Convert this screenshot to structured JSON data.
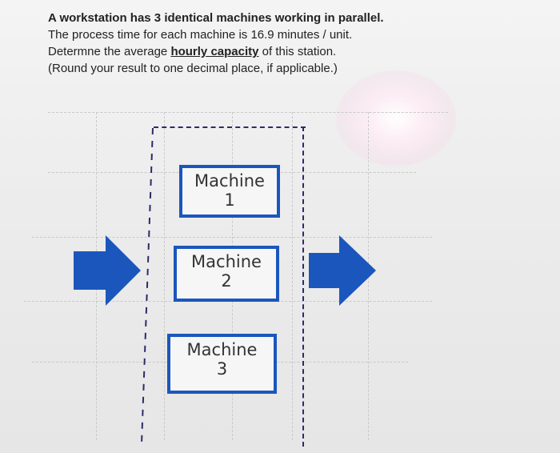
{
  "question": {
    "line1": "A workstation has 3 identical machines working in parallel.",
    "line2": "The process time for each machine is 16.9 minutes / unit.",
    "line3_prefix": "Determne the average",
    "line3_emphasis": "hourly capacity",
    "line3_suffix": "of this station.",
    "line4": "(Round your result to one decimal place, if applicable.)"
  },
  "machines": [
    {
      "label": "Machine",
      "number": "1"
    },
    {
      "label": "Machine",
      "number": "2"
    },
    {
      "label": "Machine",
      "number": "3"
    }
  ],
  "colors": {
    "arrow": "#1b56bd",
    "machine_border": "#1b56bd",
    "station_boundary": "#2b2b6b"
  },
  "icons": {
    "input": "arrow-right-icon",
    "output": "arrow-right-icon"
  }
}
